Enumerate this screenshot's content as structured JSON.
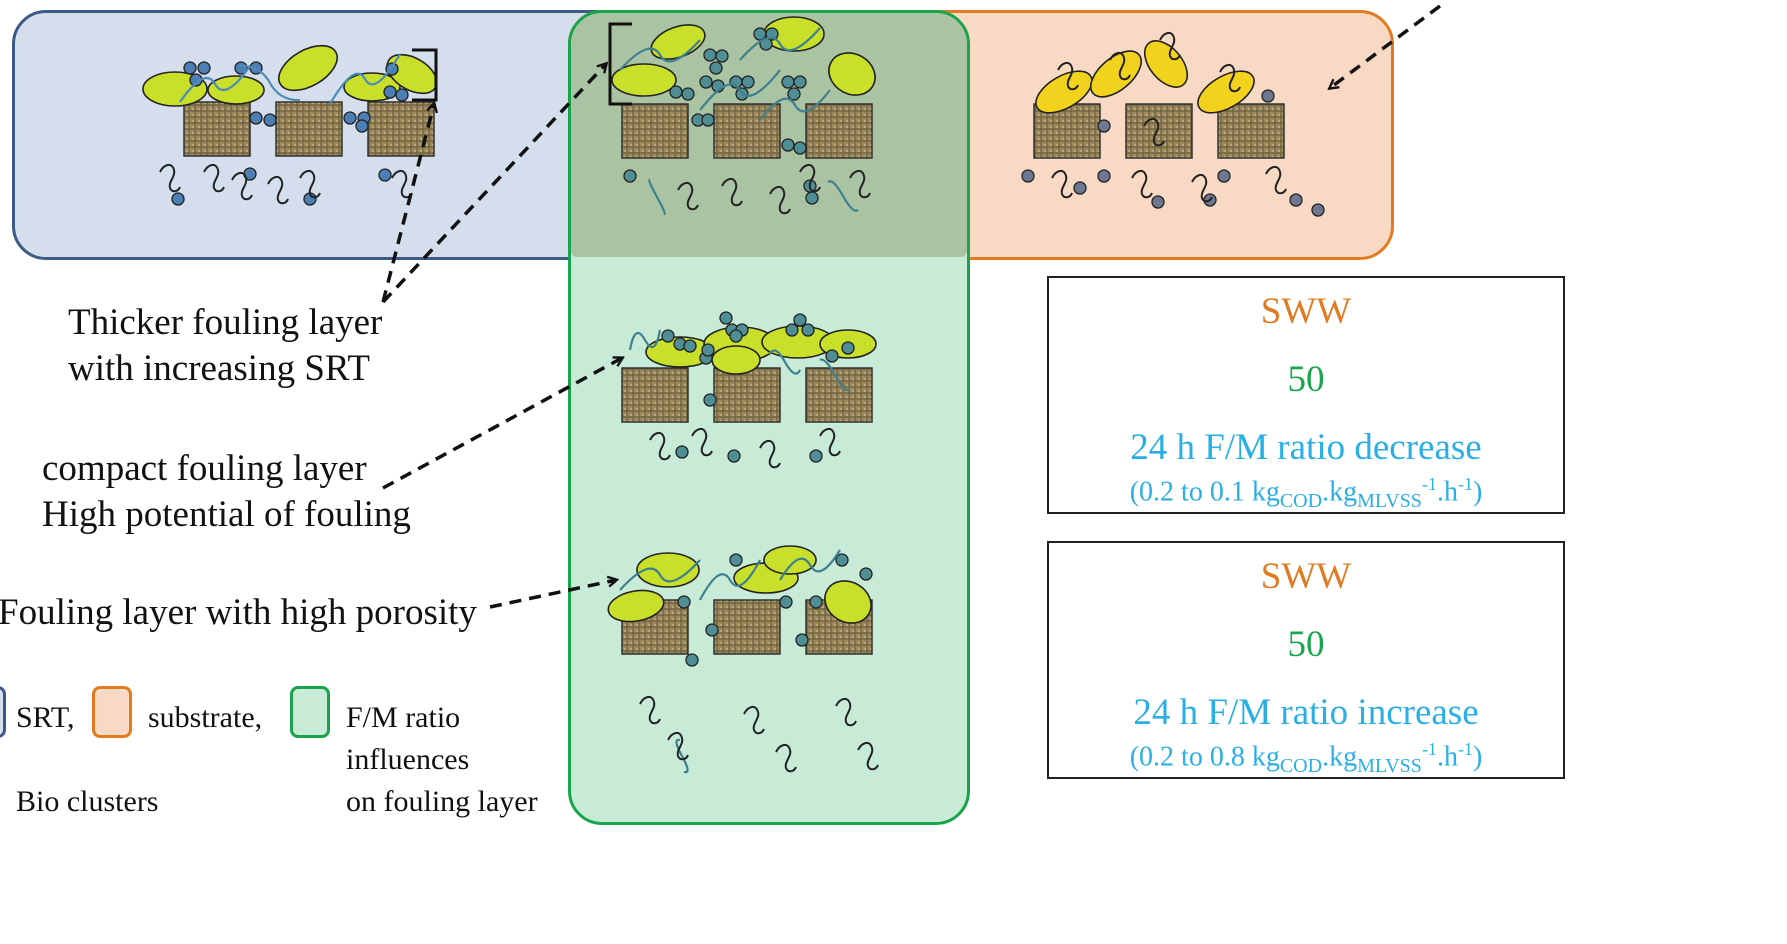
{
  "colors": {
    "srt_fill": "#d4deed",
    "srt_border": "#3d5a86",
    "substrate_fill": "#f8d9c4",
    "substrate_border": "#e07b22",
    "fm_fill": "#c7ebd6",
    "fm_border": "#19a34a",
    "overlap_fill": "#aac3a3",
    "cell_green": "#c9e02a",
    "cell_yellow": "#f2d21c",
    "particle_blue": "#4d7fb5",
    "particle_teal": "#4f8e95",
    "particle_grey": "#6d7890",
    "membrane": "#9c8a5c",
    "label_orange": "#e07b22",
    "label_green": "#18a64b",
    "label_blue": "#2aaee6"
  },
  "captions": {
    "thicker_line1": "Thicker fouling layer",
    "thicker_line2": "with increasing SRT",
    "compact_line1": "compact fouling layer",
    "compact_line2": "High potential of fouling",
    "porous": "Fouling layer with high porosity"
  },
  "condition_boxes": [
    {
      "substrate": "SWW",
      "value": "50",
      "fm_line": "24 h F/M ratio decrease",
      "range_prefix": "(0.2 to 0.1 kg",
      "sub_cod": "COD",
      "mid": ".kg",
      "sub_mlvss": "MLVSS",
      "sup1": "-1",
      "mid2": ".h",
      "sup2": "-1",
      "suffix": ")"
    },
    {
      "substrate": "SWW",
      "value": "50",
      "fm_line": "24 h F/M ratio increase",
      "range_prefix": "(0.2 to 0.8 kg",
      "sub_cod": "COD",
      "mid": ".kg",
      "sub_mlvss": "MLVSS",
      "sup1": "-1",
      "mid2": ".h",
      "sup2": "-1",
      "suffix": ")"
    }
  ],
  "legend": {
    "srt_label": "SRT,",
    "substrate_label": "substrate,",
    "fm_line1": "F/M ratio",
    "fm_line2": "influences",
    "fm_line3": "on fouling layer",
    "bio_clusters": "Bio clusters"
  }
}
